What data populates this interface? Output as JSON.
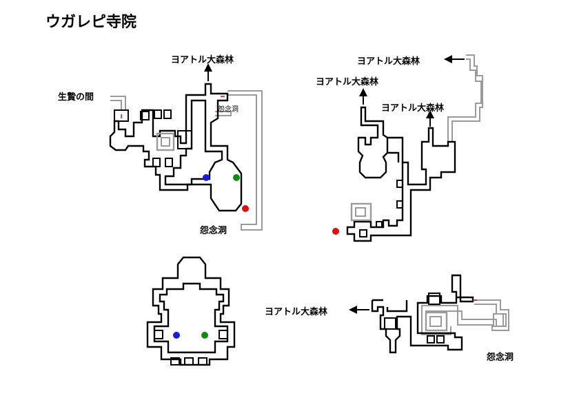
{
  "title": "ウガレピ寺院",
  "labels": {
    "forest_top_left": "ヨアトル大森林",
    "sacrifice_room": "生贄の間",
    "grudge_cave_small": "怨念洞",
    "grudge_cave_left": "怨念洞",
    "forest_top_right_1": "ヨアトル大森林",
    "forest_top_right_2": "ヨアトル大森林",
    "forest_top_right_3": "ヨアトル大森林",
    "forest_bottom_right": "ヨアトル大森林",
    "grudge_cave_bottom_right": "怨念洞"
  },
  "markers": {
    "blue": "#1a1adf",
    "green": "#118a11",
    "red": "#e01010"
  },
  "colors": {
    "wall": "#000000",
    "wall_secondary": "#9a9a9a",
    "floor": "#ffffff"
  }
}
